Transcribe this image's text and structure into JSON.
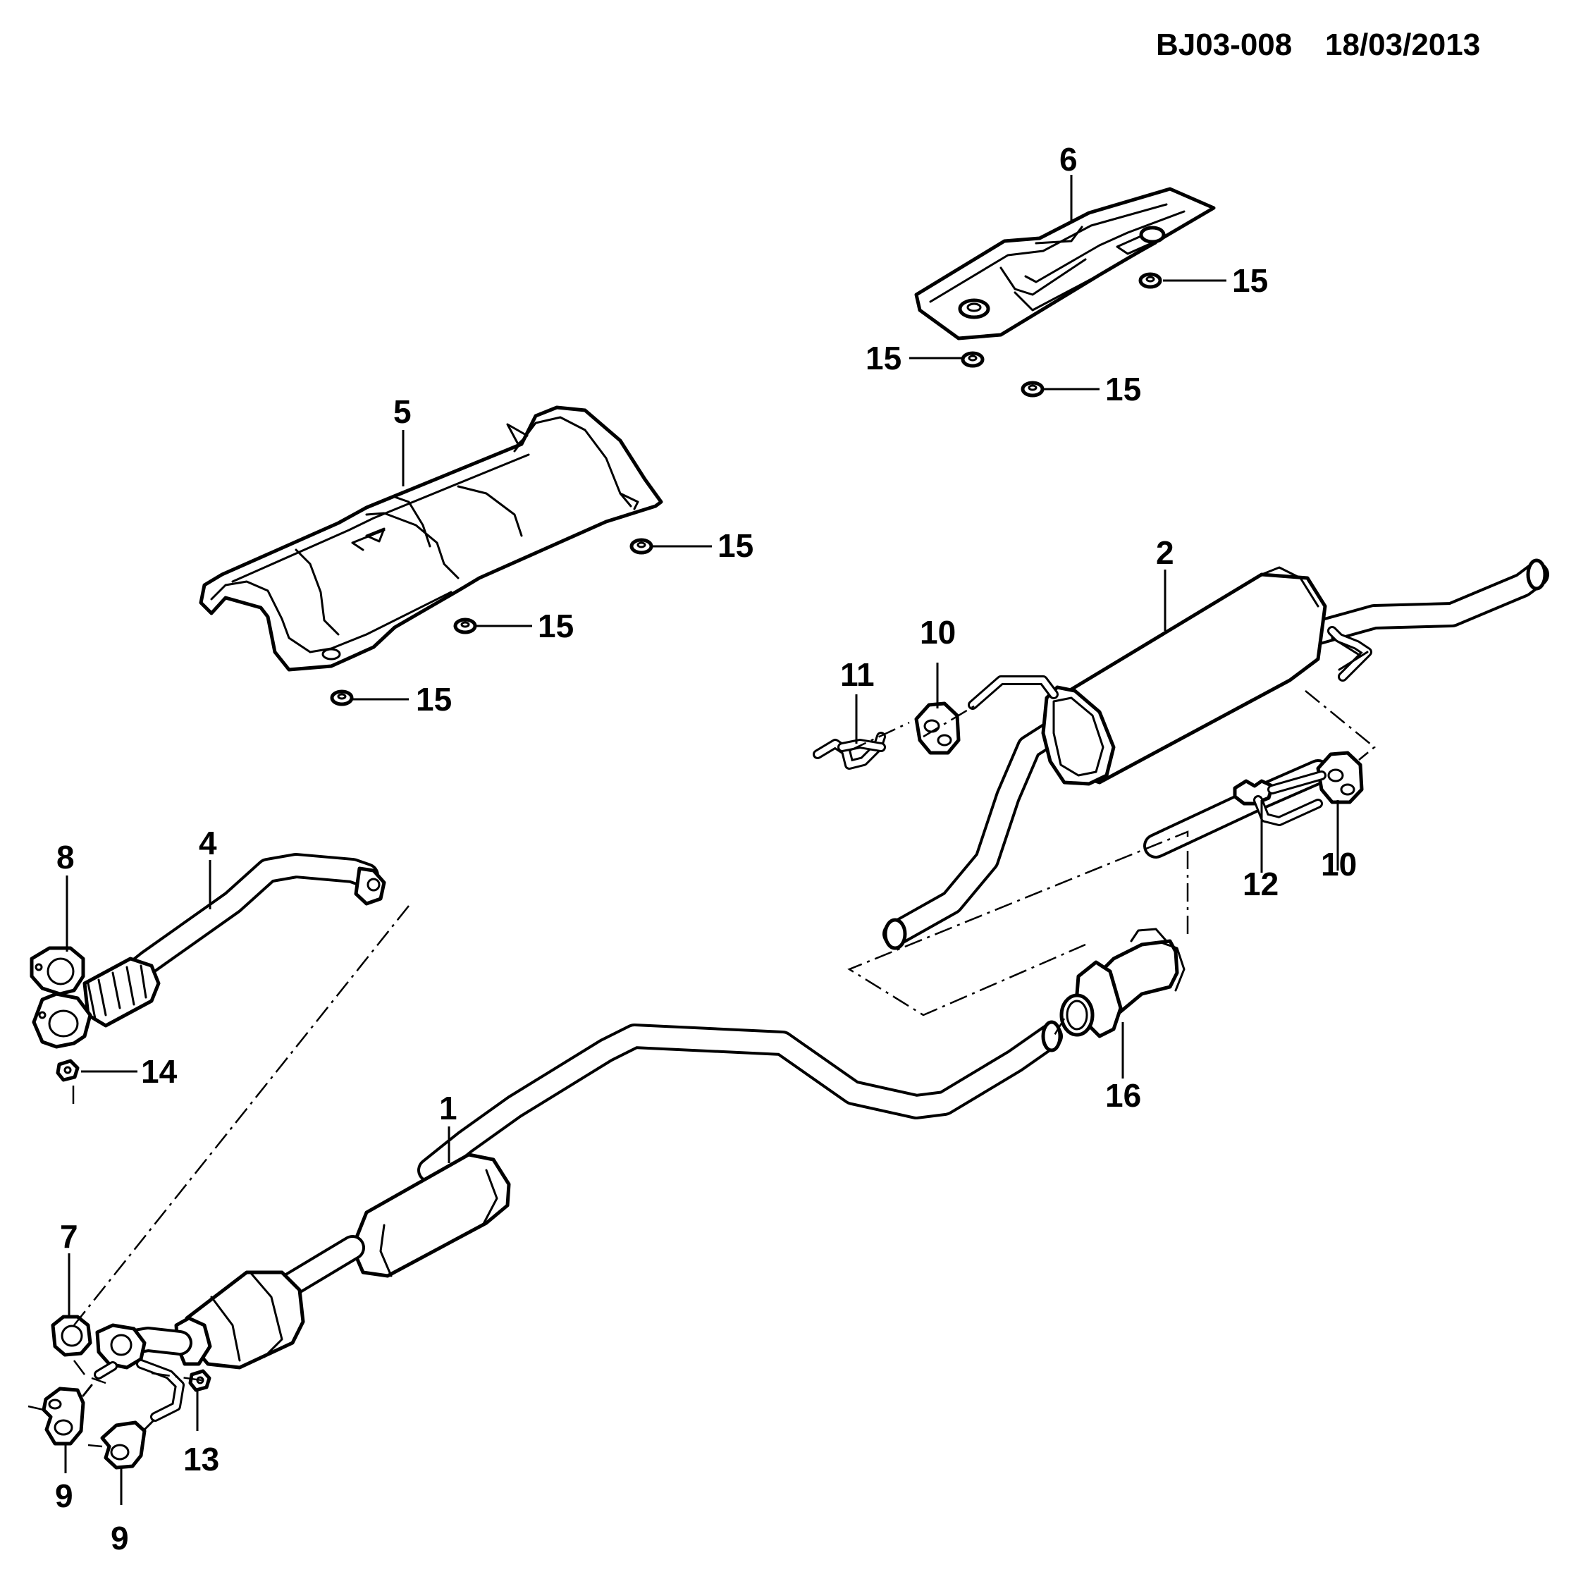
{
  "header": {
    "diagram_code": "BJ03-008",
    "date": "18/03/2013"
  },
  "callouts": {
    "c1": "1",
    "c2": "2",
    "c4": "4",
    "c5": "5",
    "c6": "6",
    "c7": "7",
    "c8": "8",
    "c9a": "9",
    "c9b": "9",
    "c10a": "10",
    "c10b": "10",
    "c11": "11",
    "c12": "12",
    "c13": "13",
    "c14": "14",
    "c15a": "15",
    "c15b": "15",
    "c15c": "15",
    "c15d": "15",
    "c15e": "15",
    "c15f": "15",
    "c16": "16"
  }
}
